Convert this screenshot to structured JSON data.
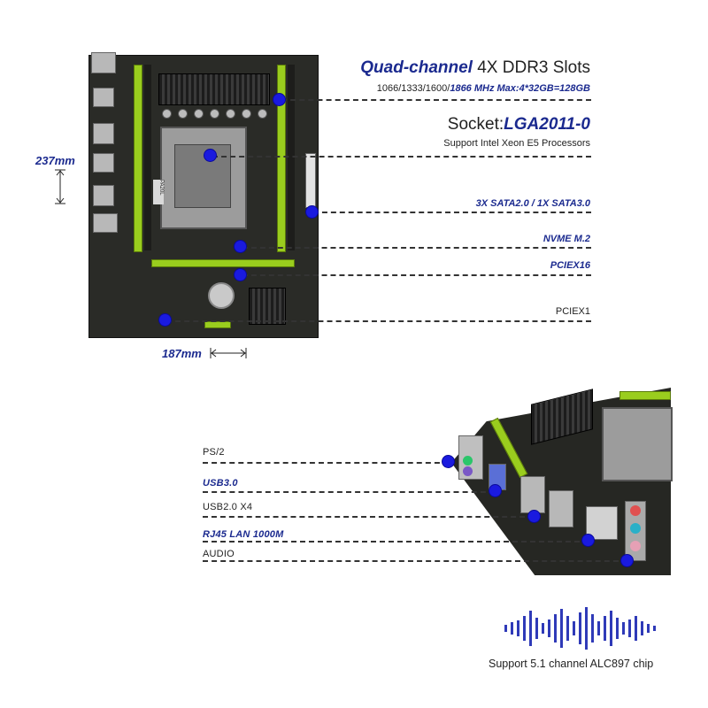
{
  "top": {
    "quad_title_em": "Quad-channel",
    "quad_title_rest": " 4X DDR3 Slots",
    "ddr_speeds_plain": "1066/1333/1600/",
    "ddr_speeds_em": "1866 MHz  Max:4*32GB=128GB",
    "socket_prefix": "Socket:",
    "socket_em": "LGA2011-0",
    "socket_sub": "Support Intel Xeon E5 Processors",
    "sata": "3X SATA2.0 / 1X SATA3.0",
    "nvme": "NVME M.2",
    "pciex16": "PCIEX16",
    "pciex1": "PCIEX1",
    "height_dim": "237mm",
    "width_dim": "187mm",
    "board_chip_text": "PA20L"
  },
  "bottom": {
    "ps2": "PS/2",
    "usb3": "USB3.0",
    "usb2": "USB2.0  X4",
    "rj45": "RJ45 LAN 1000M",
    "audio": "AUDIO",
    "audio_note": "Support 5.1 channel ALC897 chip"
  },
  "colors": {
    "accent_navy": "#1b2a8f",
    "dot_blue": "#1a1adf",
    "slot_green": "#9acd1e"
  },
  "icons": [
    "sound-wave-icon",
    "double-arrow-vertical-icon",
    "double-arrow-horizontal-icon"
  ]
}
